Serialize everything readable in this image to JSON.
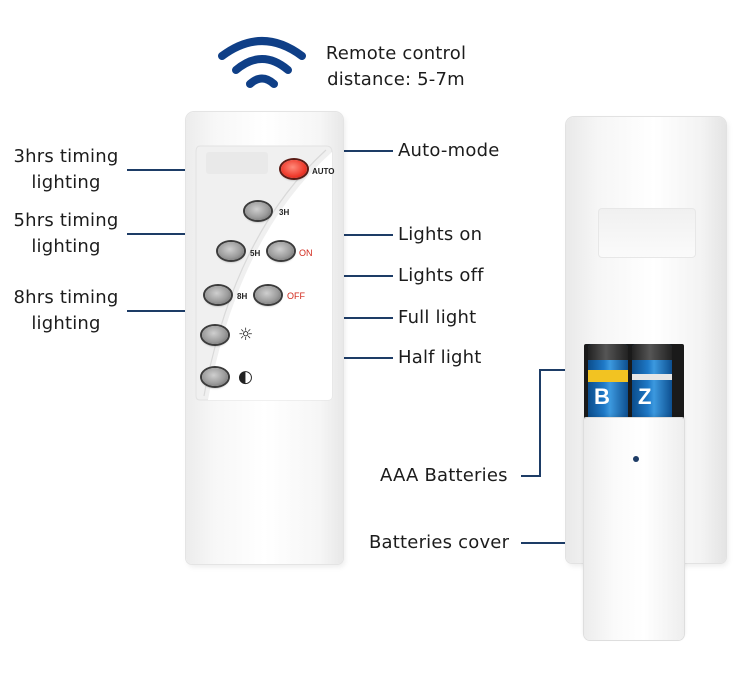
{
  "range_label": {
    "line1": "Remote control",
    "line2": "distance: 5-7m"
  },
  "left_labels": {
    "timer_3h": {
      "line1": "3hrs timing",
      "line2": "lighting"
    },
    "timer_5h": {
      "line1": "5hrs timing",
      "line2": "lighting"
    },
    "timer_8h": {
      "line1": "8hrs timing",
      "line2": "lighting"
    }
  },
  "right_labels": {
    "auto_mode": "Auto-mode",
    "lights_on": "Lights on",
    "lights_off": "Lights off",
    "full_light": "Full light",
    "half_light": "Half light",
    "aaa_batteries": "AAA Batteries",
    "batteries_cover": "Batteries cover"
  },
  "remote_buttons": {
    "auto": "AUTO",
    "h3": "3H",
    "h5": "5H",
    "on": "ON",
    "h8": "8H",
    "off": "OFF",
    "full_symbol": "☼",
    "half_symbol": "◐"
  },
  "colors": {
    "callout_line": "#1d3c66",
    "wifi_icon": "#0f3f87",
    "auto_button": "#ee3a2c",
    "on_off_text": "#d2281b",
    "battery_blue": "#1f79c7"
  },
  "icons": [
    "wifi-signal-icon",
    "sun-icon",
    "half-sun-icon"
  ]
}
